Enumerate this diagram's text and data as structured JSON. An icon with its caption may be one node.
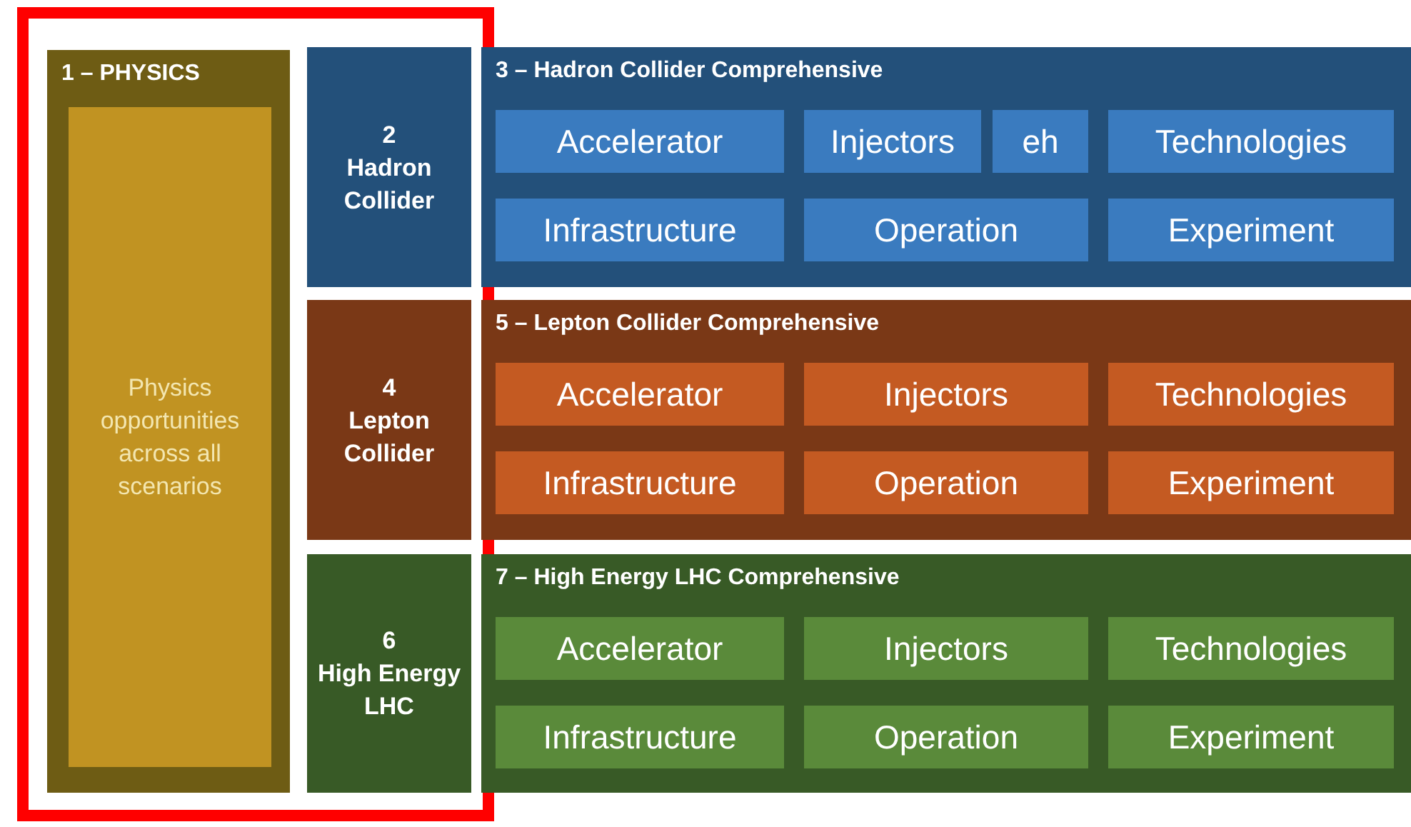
{
  "diagram": {
    "nodes": [
      {
        "text": [
          "1 – PHYSICS"
        ]
      },
      {
        "text": [
          "Physics opportunities across all scenarios"
        ],
        "in": 0
      },
      {
        "text": [
          "2",
          "Hadron Collider"
        ]
      },
      {
        "text": [
          "3 – Hadron Collider Comprehensive"
        ]
      },
      {
        "text": [
          "Accelerator"
        ],
        "in": 3
      },
      {
        "text": [
          "Injectors"
        ],
        "in": 3
      },
      {
        "text": [
          "eh"
        ],
        "in": 3
      },
      {
        "text": [
          "Technologies"
        ],
        "in": 3
      },
      {
        "text": [
          "Infrastructure"
        ],
        "in": 3
      },
      {
        "text": [
          "Operation"
        ],
        "in": 3
      },
      {
        "text": [
          "Experiment"
        ],
        "in": 3
      },
      {
        "text": [
          "4",
          "Lepton Collider"
        ]
      },
      {
        "text": [
          "5 – Lepton Collider Comprehensive"
        ]
      },
      {
        "text": [
          "Accelerator"
        ],
        "in": 12
      },
      {
        "text": [
          "Injectors"
        ],
        "in": 12
      },
      {
        "text": [
          "Technologies"
        ],
        "in": 12
      },
      {
        "text": [
          "Infrastructure"
        ],
        "in": 12
      },
      {
        "text": [
          "Operation"
        ],
        "in": 12
      },
      {
        "text": [
          "Experiment"
        ],
        "in": 12
      },
      {
        "text": [
          "6",
          "High Energy LHC"
        ]
      },
      {
        "text": [
          "7 – High Energy LHC Comprehensive"
        ]
      },
      {
        "text": [
          "Accelerator"
        ],
        "in": 20
      },
      {
        "text": [
          "Injectors"
        ],
        "in": 20
      },
      {
        "text": [
          "Technologies"
        ],
        "in": 20
      },
      {
        "text": [
          "Infrastructure"
        ],
        "in": 20
      },
      {
        "text": [
          "Operation"
        ],
        "in": 20
      },
      {
        "text": [
          "Experiment"
        ],
        "in": 20
      }
    ],
    "edges": []
  }
}
